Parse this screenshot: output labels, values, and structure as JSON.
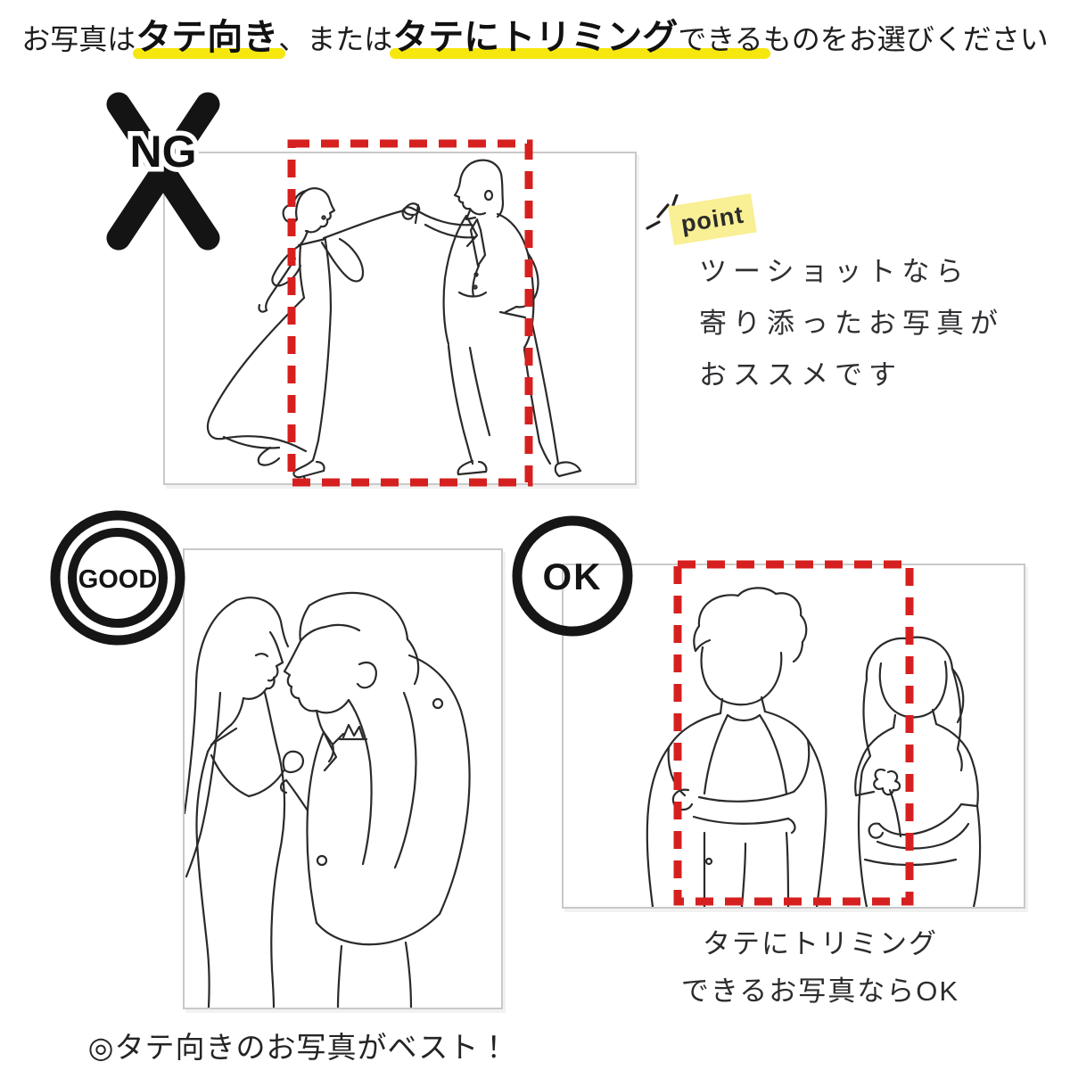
{
  "header": {
    "prefix": "お写真は",
    "highlight1": "タテ向き",
    "middle": "、または",
    "highlight2_bold": "タテにトリミング",
    "highlight2_tail": "できる",
    "suffix": "ものをお選びください"
  },
  "examples": {
    "ng": {
      "badge": "NG"
    },
    "good": {
      "badge": "GOOD"
    },
    "ok": {
      "badge": "OK",
      "caption": [
        "タテにトリミング",
        "できるお写真ならOK"
      ]
    }
  },
  "point": {
    "tag": "point",
    "lines": [
      "ツーショットなら",
      "寄り添ったお写真が",
      "おススメです"
    ]
  },
  "footer": {
    "best": "◎タテ向きのお写真がベスト！"
  },
  "colors": {
    "highlight_yellow": "#f6e70e",
    "tag_yellow": "#f9ef94",
    "crop_red": "#d6201f",
    "ink": "#1d1d1d",
    "frame_gray": "#c9c9c9"
  },
  "icons": {
    "ng": "x-cross-icon",
    "good": "double-ring-icon",
    "ok": "ring-icon",
    "point": "emphasis-strokes-icon",
    "crop": "red-dashed-crop-frame"
  }
}
